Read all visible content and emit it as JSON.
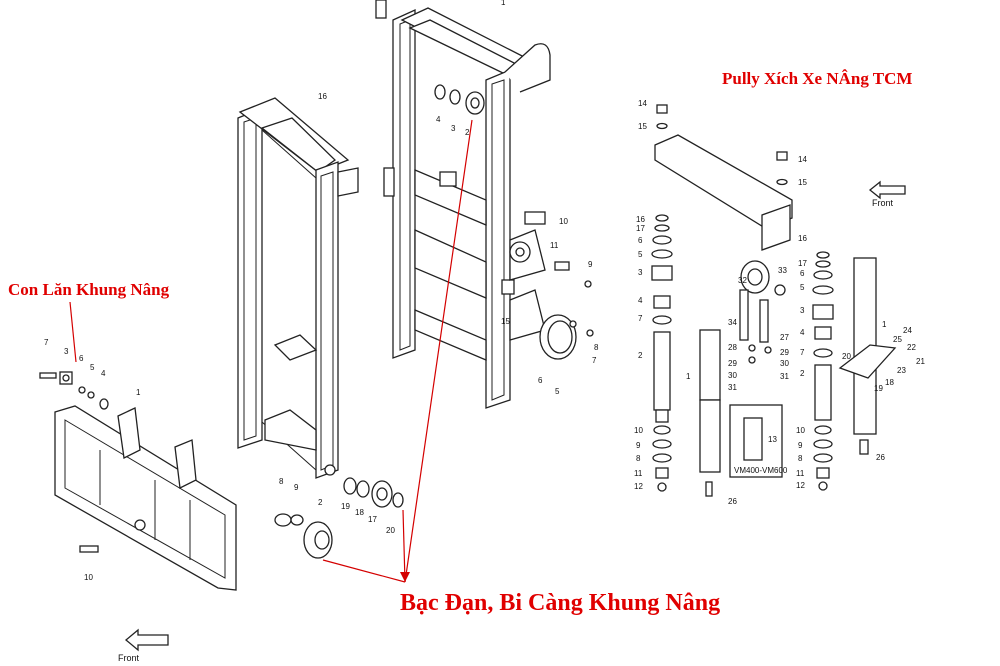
{
  "titles": {
    "pulley_chain": "Pully Xích Xe NÂng TCM",
    "roller_frame": "Con Lăn Khung Nâng",
    "bearings": "Bạc Đạn, Bi Càng Khung Nâng"
  },
  "front_label": "Front",
  "variant_label": "VM400-VM600",
  "callouts": {
    "c16": "16",
    "c4": "4",
    "c3": "3",
    "c2": "2",
    "c1": "1",
    "c10": "10",
    "c11": "11",
    "c9": "9",
    "c15": "15",
    "c6": "6",
    "c5": "5",
    "c7": "7",
    "c8": "8",
    "c19": "19",
    "c18": "18",
    "c17": "17",
    "c20": "20",
    "lc7": "7",
    "lc3": "3",
    "lc6": "6",
    "lc5": "5",
    "lc4": "4",
    "lc1": "1",
    "lc10": "10",
    "lc2": "2",
    "lc9": "9",
    "r14": "14",
    "r15": "15",
    "r16": "16",
    "r17": "17",
    "r6": "6",
    "r5": "5",
    "r3": "3",
    "r4": "4",
    "r7": "7",
    "r2": "2",
    "r1": "1",
    "r10": "10",
    "r9": "9",
    "r8": "8",
    "r11": "11",
    "r12": "12",
    "r26": "26",
    "r32": "32",
    "r33": "33",
    "r34": "34",
    "r27": "27",
    "r28": "28",
    "r29": "29",
    "r30": "30",
    "r31": "31",
    "r13": "13",
    "r14b": "14",
    "r15b": "15",
    "r16b": "16",
    "r17b": "17",
    "r6b": "6",
    "r5b": "5",
    "r3b": "3",
    "r4b": "4",
    "r7b": "7",
    "r2b": "2",
    "r1b": "1",
    "r20": "20",
    "r25": "25",
    "r24": "24",
    "r22": "22",
    "r21": "21",
    "r23": "23",
    "r18": "18",
    "r19": "19",
    "r10b": "10",
    "r9b": "9",
    "r8b": "8",
    "r11b": "11",
    "r12b": "12",
    "r26b": "26"
  }
}
